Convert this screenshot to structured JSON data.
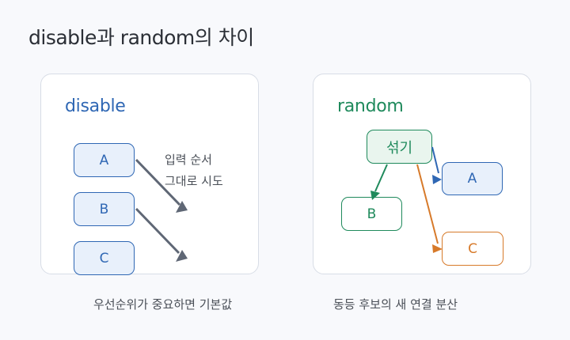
{
  "title": "disable과 random의 차이",
  "left": {
    "heading": "disable",
    "nodes": [
      "A",
      "B",
      "C"
    ],
    "note_line1": "입력 순서",
    "note_line2": "그대로 시도",
    "caption": "우선순위가 중요하면 기본값"
  },
  "right": {
    "heading": "random",
    "shuffle_label": "섞기",
    "node_a": "A",
    "node_b": "B",
    "node_c": "C",
    "caption": "동등 후보의 새 연결 분산"
  },
  "colors": {
    "blue": "#2f67b4",
    "blue_fill": "#e8f0fb",
    "green": "#1f8a5c",
    "green_fill": "#e9f5ee",
    "orange": "#d77a2a",
    "gray_arrow": "#5f6775"
  }
}
